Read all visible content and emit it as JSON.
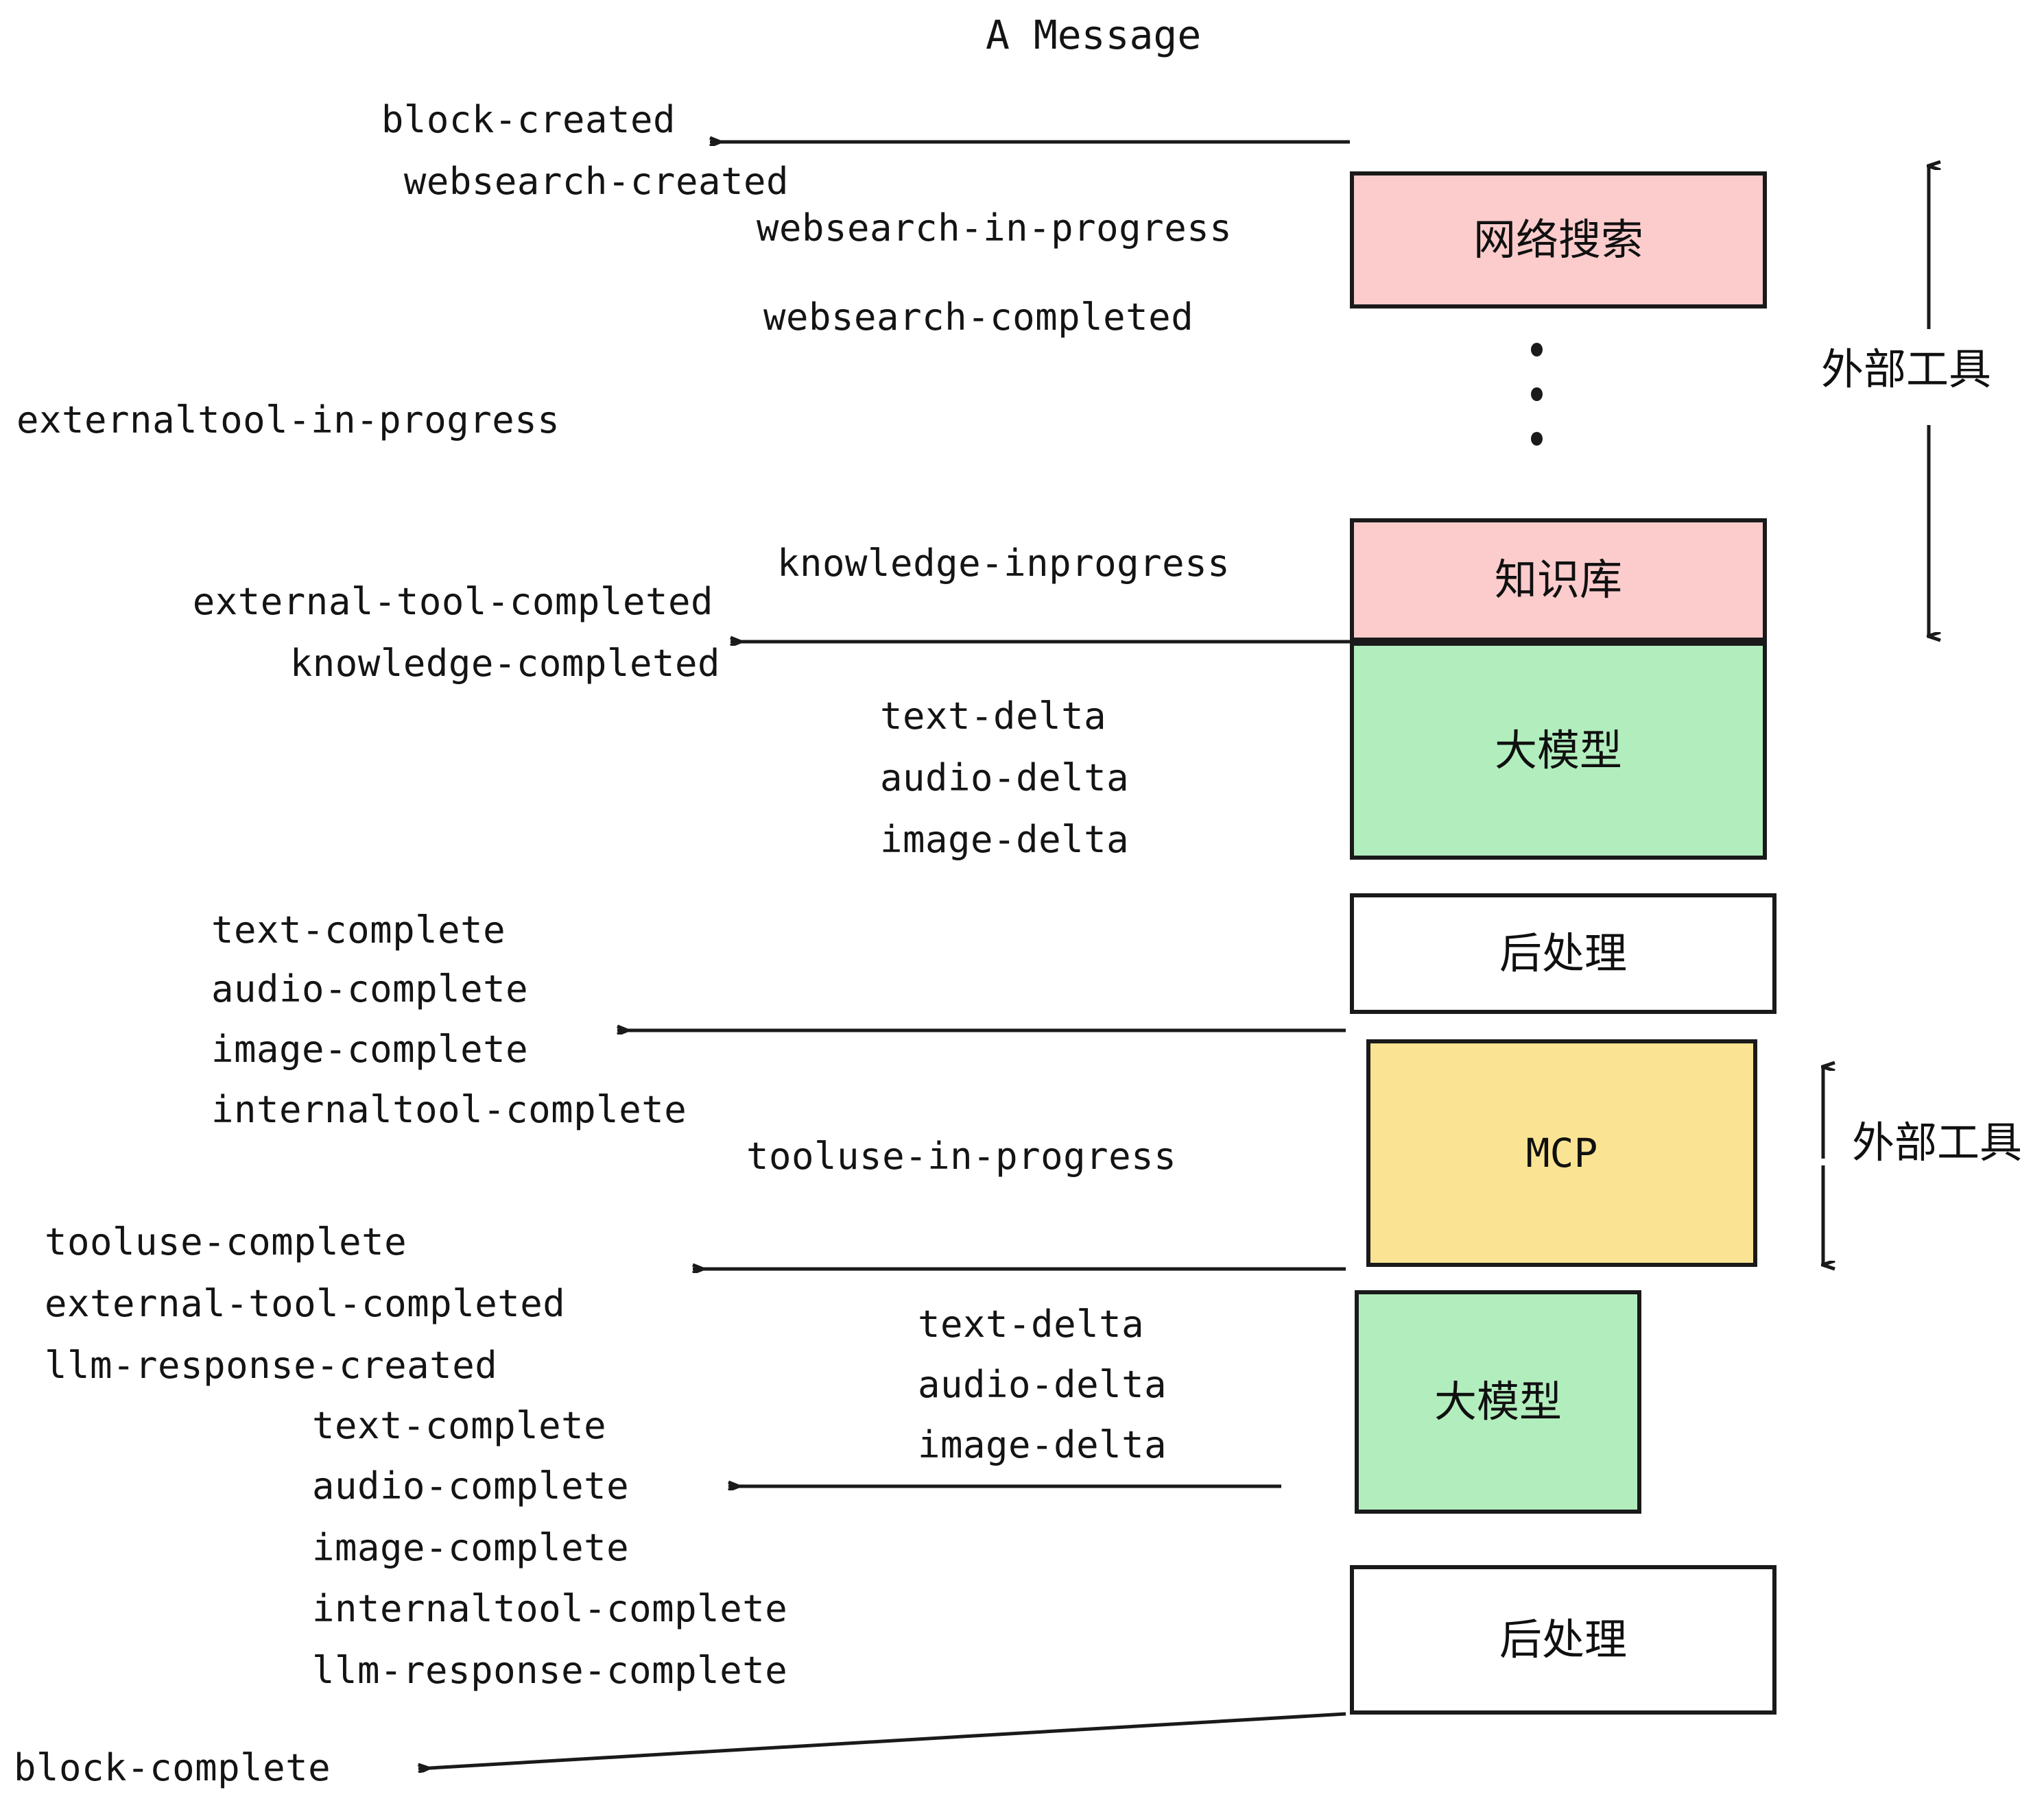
{
  "title": "A Message",
  "colors": {
    "pink": "#fccccc",
    "green": "#b2eebd",
    "yellow": "#fae493",
    "white": "#ffffff",
    "stroke": "#1a1a1a",
    "text": "#141414"
  },
  "boxes": [
    {
      "label": "网络搜索",
      "fill": "pink"
    },
    {
      "label": "知识库",
      "fill": "pink"
    },
    {
      "label": "大模型",
      "fill": "green"
    },
    {
      "label": "后处理",
      "fill": "white"
    },
    {
      "label": "MCP",
      "fill": "yellow"
    },
    {
      "label": "大模型",
      "fill": "green"
    },
    {
      "label": "后处理",
      "fill": "white"
    }
  ],
  "side_labels": [
    {
      "text": "外部工具"
    },
    {
      "text": "外部工具"
    }
  ],
  "events": {
    "block_created": "block-created",
    "websearch_created": "websearch-created",
    "websearch_in_progress": "websearch-in-progress",
    "websearch_completed": "websearch-completed",
    "externaltool_in_progress": "externaltool-in-progress",
    "knowledge_inprogress": "knowledge-inprogress",
    "external_tool_completed_1": "external-tool-completed",
    "knowledge_completed": "knowledge-completed",
    "text_delta_1": "text-delta",
    "audio_delta_1": "audio-delta",
    "image_delta_1": "image-delta",
    "text_complete_1": "text-complete",
    "audio_complete_1": "audio-complete",
    "image_complete_1": "image-complete",
    "internaltool_complete_1": "internaltool-complete",
    "tooluse_in_progress": "tooluse-in-progress",
    "tooluse_complete": "tooluse-complete",
    "external_tool_completed_2": "external-tool-completed",
    "llm_response_created": "llm-response-created",
    "text_delta_2": "text-delta",
    "audio_delta_2": "audio-delta",
    "image_delta_2": "image-delta",
    "text_complete_2": "text-complete",
    "audio_complete_2": "audio-complete",
    "image_complete_2": "image-complete",
    "internaltool_complete_2": "internaltool-complete",
    "llm_response_complete": "llm-response-complete",
    "block_complete": "block-complete"
  }
}
